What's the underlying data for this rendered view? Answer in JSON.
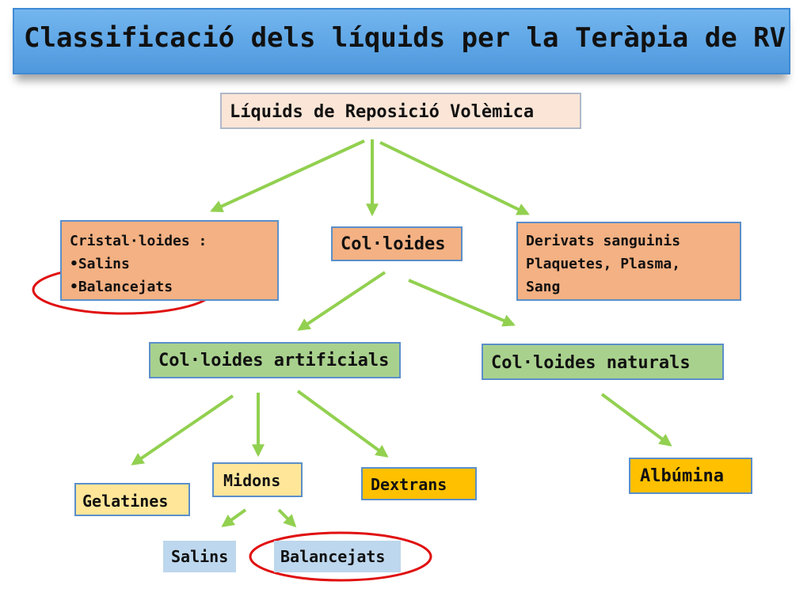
{
  "title": "Classificació dels líquids per la Teràpia de RV",
  "root": "Líquids de Reposició Volèmica",
  "cristalloides": {
    "heading": "Cristal·loides :",
    "item1": "•Salins",
    "item2": "•Balancejats"
  },
  "colloides": "Col·loides",
  "derivats": {
    "line1": "Derivats sanguinis",
    "line2": "Plaquetes, Plasma,",
    "line3": "Sang"
  },
  "colloides_artificials": "Col·loides artificials",
  "colloides_naturals": "Col·loides naturals",
  "gelatines": "Gelatines",
  "midons": "Midons",
  "dextrans": "Dextrans",
  "albumina": "Albúmina",
  "salins": "Salins",
  "balancejats": "Balancejats",
  "colors": {
    "title_bar": "#5ea6e6",
    "root_fill": "#fbe5d6",
    "orange_fill": "#f4b183",
    "green_fill": "#a9d18e",
    "yellow_fill": "#ffe699",
    "gold_fill": "#ffc000",
    "blue_fill": "#bdd7ee",
    "arrow": "#92d050",
    "highlight_circle": "#e01010"
  }
}
